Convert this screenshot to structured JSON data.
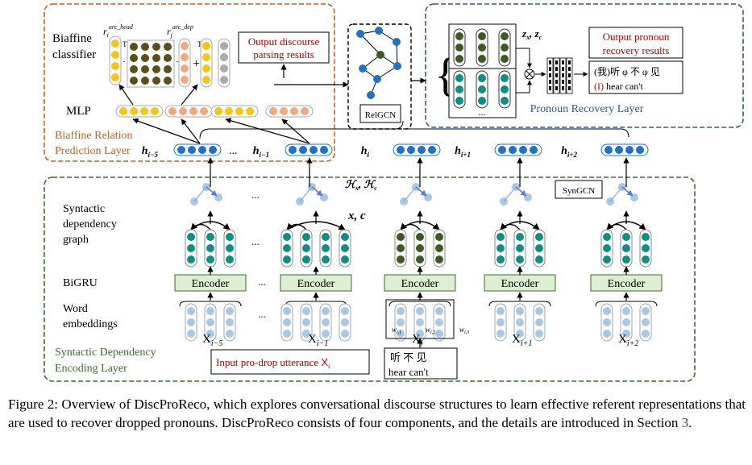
{
  "figure": {
    "biaffine_classifier": "Biaffine\nclassifier",
    "r_arc_head": "r",
    "r_arc_head_sub": "i",
    "r_arc_head_sup": "arc_head",
    "r_arc_dep": "r",
    "r_arc_dep_sub": "j",
    "r_arc_dep_sup": "arc_dep",
    "transpose": "T",
    "plus": "+",
    "output_discourse": [
      "Output discourse",
      "parsing results"
    ],
    "mlp": "MLP",
    "biaffine_layer": [
      "Biaffine Relation",
      "Prediction Layer"
    ],
    "relgcn": "RelGCN",
    "z_labels": "z",
    "output_pronoun": [
      "Output pronoun",
      "recovery results"
    ],
    "pronoun_layer": "Pronoun Recovery Layer",
    "recovered_cn": "(我)听 φ 不 φ 见",
    "recovered_en_i": "(I)",
    "recovered_en_rest": "hear     can't",
    "h_labels": [
      "h",
      "h",
      "h",
      "h",
      "h"
    ],
    "h_subs": [
      "i−5",
      "i−1",
      "i",
      "i+1",
      "i+2"
    ],
    "ellipsis": "...",
    "H_labels": "ℋ",
    "xc_label": "x, c",
    "syngcn": "SynGCN",
    "syntactic_graph": [
      "Syntactic",
      "dependency",
      "graph"
    ],
    "bigru": "BiGRU",
    "encoder": "Encoder",
    "word_embeddings": [
      "Word",
      "embeddings"
    ],
    "x_labels": [
      "X",
      "X",
      "X",
      "X",
      "X"
    ],
    "x_subs": [
      "i−5",
      "i−1",
      "i",
      "i+1",
      "i+2"
    ],
    "w_labels": [
      "w",
      "w",
      "w"
    ],
    "w_subs": [
      "i,1",
      "i,2",
      "i,3"
    ],
    "input_utterance": "Input pro-drop utterance",
    "input_xi": "X",
    "input_xi_sub": "i",
    "input_cn": "听  不  见",
    "input_en": "hear   can't",
    "syntactic_layer": [
      "Syntactic Dependency",
      "Encoding Layer"
    ],
    "dots_label": "..."
  },
  "caption": {
    "text": "Figure 2: Overview of DiscProReco, which explores conversational discourse structures to learn effective referent representations that are used to recover dropped pronouns. DiscProReco consists of four components, and the details are introduced in Section ",
    "ref": "3",
    "end": "."
  },
  "colors": {
    "orange_border": "#c8611c",
    "green_border": "#3b6e2f",
    "blue_border": "#2f5a9a",
    "red_text": "#c00000",
    "teal": "#0f8f84",
    "dark_green": "#3c5a22",
    "node_blue": "#1f72c4",
    "light_blue": "#a8c8e8",
    "yellow": "#f5c518",
    "salmon": "#f0a880",
    "olive": "#5a4e1c",
    "encoder_fill": "#dcefd0"
  }
}
